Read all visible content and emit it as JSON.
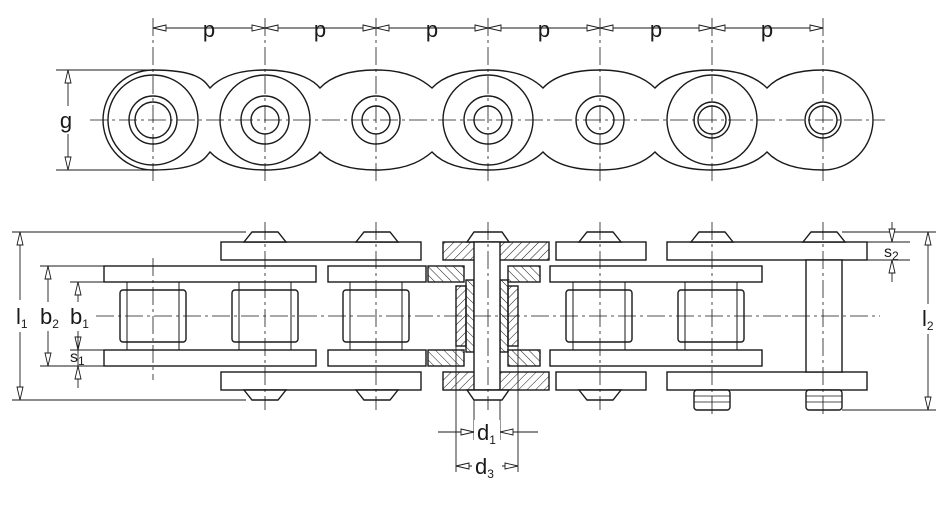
{
  "colors": {
    "ink": "#1a1a1a",
    "paper": "#ffffff"
  },
  "labels": {
    "pitch": "p",
    "g": "g",
    "l1": {
      "base": "l",
      "sub": "1"
    },
    "l2": {
      "base": "l",
      "sub": "2"
    },
    "b1": {
      "base": "b",
      "sub": "1"
    },
    "b2": {
      "base": "b",
      "sub": "2"
    },
    "s1": {
      "base": "s",
      "sub": "1"
    },
    "s2": {
      "base": "s",
      "sub": "2"
    },
    "d1": {
      "base": "d",
      "sub": "1"
    },
    "d3": {
      "base": "d",
      "sub": "3"
    }
  }
}
